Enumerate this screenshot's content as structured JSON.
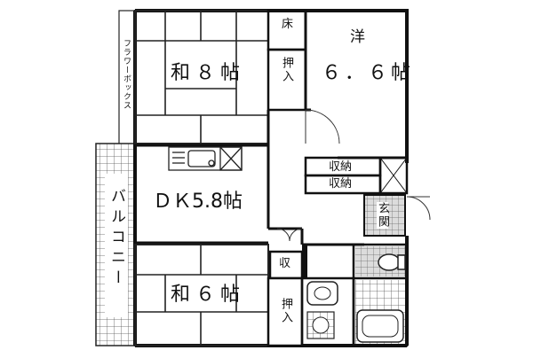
{
  "plan": {
    "rooms": {
      "washitsu_8": "和８帖",
      "yoshitsu_name": "洋",
      "yoshitsu_size": "６．６帖",
      "dk": "ＤＫ5.8帖",
      "washitsu_6": "和６帖"
    },
    "storage": {
      "oshiire_top": "押入",
      "oshiire_bottom": "押入",
      "yuka": "床",
      "shuno_1": "収納",
      "shuno_2": "収納",
      "shu": "収"
    },
    "other": {
      "genkan": "玄関",
      "balcony": "バルコニー",
      "flower_box": "フラワーボックス"
    }
  }
}
